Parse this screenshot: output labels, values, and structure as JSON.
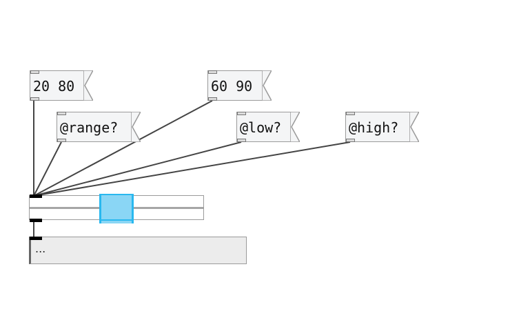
{
  "messages": {
    "set_20_80": "20 80",
    "set_60_90": "60 90",
    "range_query": "@range?",
    "low_query": "@low?",
    "high_query": "@high?"
  },
  "slider": {
    "low": 40,
    "high": 60
  },
  "display": {
    "text": "..."
  },
  "colors": {
    "accent": "#29b8ef",
    "range_fill": "#8ad6f5",
    "wire": "#444444"
  }
}
